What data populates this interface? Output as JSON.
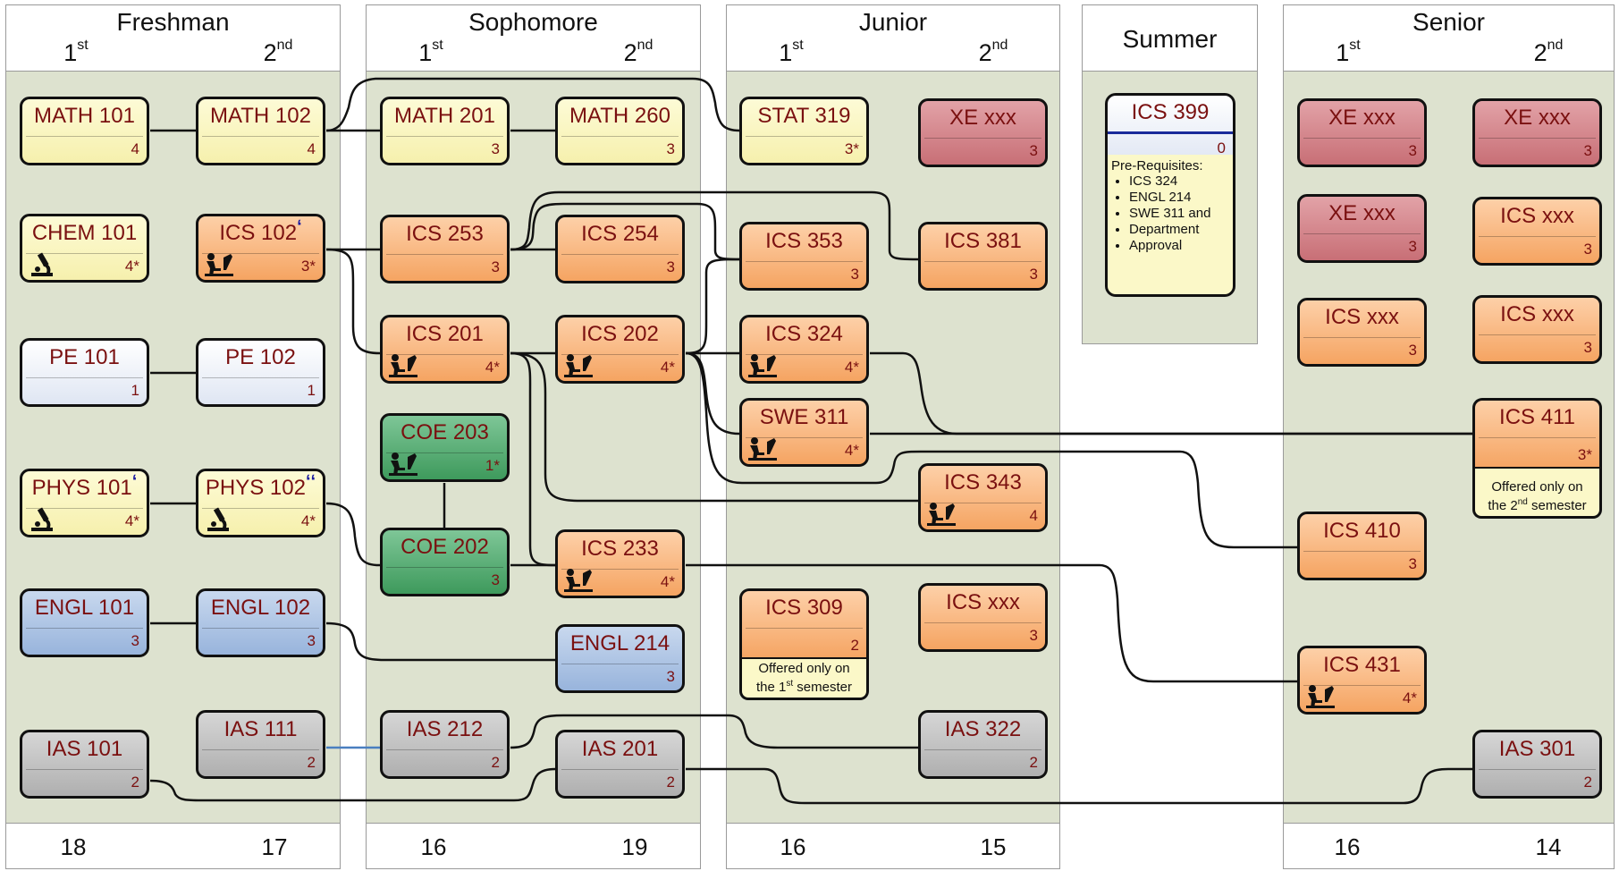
{
  "years": [
    {
      "title": "Freshman",
      "sem1": "1",
      "sem2": "2",
      "sem1_suffix": "st",
      "sem2_suffix": "nd",
      "total1": "18",
      "total2": "17"
    },
    {
      "title": "Sophomore",
      "sem1": "1",
      "sem2": "2",
      "sem1_suffix": "st",
      "sem2_suffix": "nd",
      "total1": "16",
      "total2": "19"
    },
    {
      "title": "Junior",
      "sem1": "1",
      "sem2": "2",
      "sem1_suffix": "st",
      "sem2_suffix": "nd",
      "total1": "16",
      "total2": "15"
    },
    {
      "title": "Summer"
    },
    {
      "title": "Senior",
      "sem1": "1",
      "sem2": "2",
      "sem1_suffix": "st",
      "sem2_suffix": "nd",
      "total1": "16",
      "total2": "14"
    }
  ],
  "courses": {
    "math101": {
      "name": "MATH 101",
      "credits": "4"
    },
    "math102": {
      "name": "MATH 102",
      "credits": "4"
    },
    "chem101": {
      "name": "CHEM 101",
      "credits": "4*"
    },
    "ics102": {
      "name": "ICS 102",
      "mark": "ʻ",
      "credits": "3*"
    },
    "pe101": {
      "name": "PE 101",
      "credits": "1"
    },
    "pe102": {
      "name": "PE 102",
      "credits": "1"
    },
    "phys101": {
      "name": "PHYS 101",
      "mark": "ʻ",
      "credits": "4*"
    },
    "phys102": {
      "name": "PHYS 102",
      "mark": "ʻʻ",
      "credits": "4*"
    },
    "engl101": {
      "name": "ENGL 101",
      "credits": "3"
    },
    "engl102": {
      "name": "ENGL 102",
      "credits": "3"
    },
    "ias101": {
      "name": "IAS 101",
      "credits": "2"
    },
    "ias111": {
      "name": "IAS 111",
      "credits": "2"
    },
    "math201": {
      "name": "MATH 201",
      "credits": "3"
    },
    "math260": {
      "name": "MATH 260",
      "credits": "3"
    },
    "ics253": {
      "name": "ICS 253",
      "credits": "3"
    },
    "ics254": {
      "name": "ICS 254",
      "credits": "3"
    },
    "ics201": {
      "name": "ICS 201",
      "credits": "4*"
    },
    "ics202": {
      "name": "ICS 202",
      "credits": "4*"
    },
    "coe203": {
      "name": "COE 203",
      "credits": "1*"
    },
    "coe202": {
      "name": "COE 202",
      "credits": "3"
    },
    "ics233": {
      "name": "ICS 233",
      "credits": "4*"
    },
    "engl214": {
      "name": "ENGL 214",
      "credits": "3"
    },
    "ias212": {
      "name": "IAS 212",
      "credits": "2"
    },
    "ias201": {
      "name": "IAS 201",
      "credits": "2"
    },
    "stat319": {
      "name": "STAT 319",
      "credits": "3*"
    },
    "xe_j": {
      "name": "XE xxx",
      "credits": "3"
    },
    "ics353": {
      "name": "ICS 353",
      "credits": "3"
    },
    "ics381": {
      "name": "ICS 381",
      "credits": "3"
    },
    "ics324": {
      "name": "ICS 324",
      "credits": "4*"
    },
    "swe311": {
      "name": "SWE 311",
      "credits": "4*"
    },
    "ics343": {
      "name": "ICS 343",
      "credits": "4"
    },
    "ics309": {
      "name": "ICS 309",
      "credits": "2"
    },
    "ics_jx": {
      "name": "ICS xxx",
      "credits": "3"
    },
    "ias322": {
      "name": "IAS 322",
      "credits": "2"
    },
    "ics399": {
      "name": "ICS 399",
      "credits": "0"
    },
    "xe_s1a": {
      "name": "XE xxx",
      "credits": "3"
    },
    "xe_s1b": {
      "name": "XE xxx",
      "credits": "3"
    },
    "ics_s1x": {
      "name": "ICS xxx",
      "credits": "3"
    },
    "ics410": {
      "name": "ICS 410",
      "credits": "3"
    },
    "ics431": {
      "name": "ICS 431",
      "credits": "4*"
    },
    "xe_s2": {
      "name": "XE xxx",
      "credits": "3"
    },
    "ics_s2a": {
      "name": "ICS xxx",
      "credits": "3"
    },
    "ics_s2b": {
      "name": "ICS xxx",
      "credits": "3"
    },
    "ics411": {
      "name": "ICS 411",
      "credits": "3*"
    },
    "ias301": {
      "name": "IAS 301",
      "credits": "2"
    }
  },
  "notes": {
    "ics309_a": "Offered only on",
    "ics309_b": "the 1",
    "ics309_sup": "st",
    "ics309_c": " semester",
    "ics411_a": "Offered only on",
    "ics411_b": "the 2",
    "ics411_sup": "nd",
    "ics411_c": " semester"
  },
  "prereq": {
    "title": "Pre-Requisites:",
    "items": [
      "ICS 324",
      "ENGL 214",
      "SWE 311 and",
      "Department",
      "Approval"
    ]
  },
  "colors": {
    "background": "#dde2cf",
    "text": "#7a1010",
    "mark": "#1a1aa0",
    "link_blue": "#4a7fc0"
  }
}
